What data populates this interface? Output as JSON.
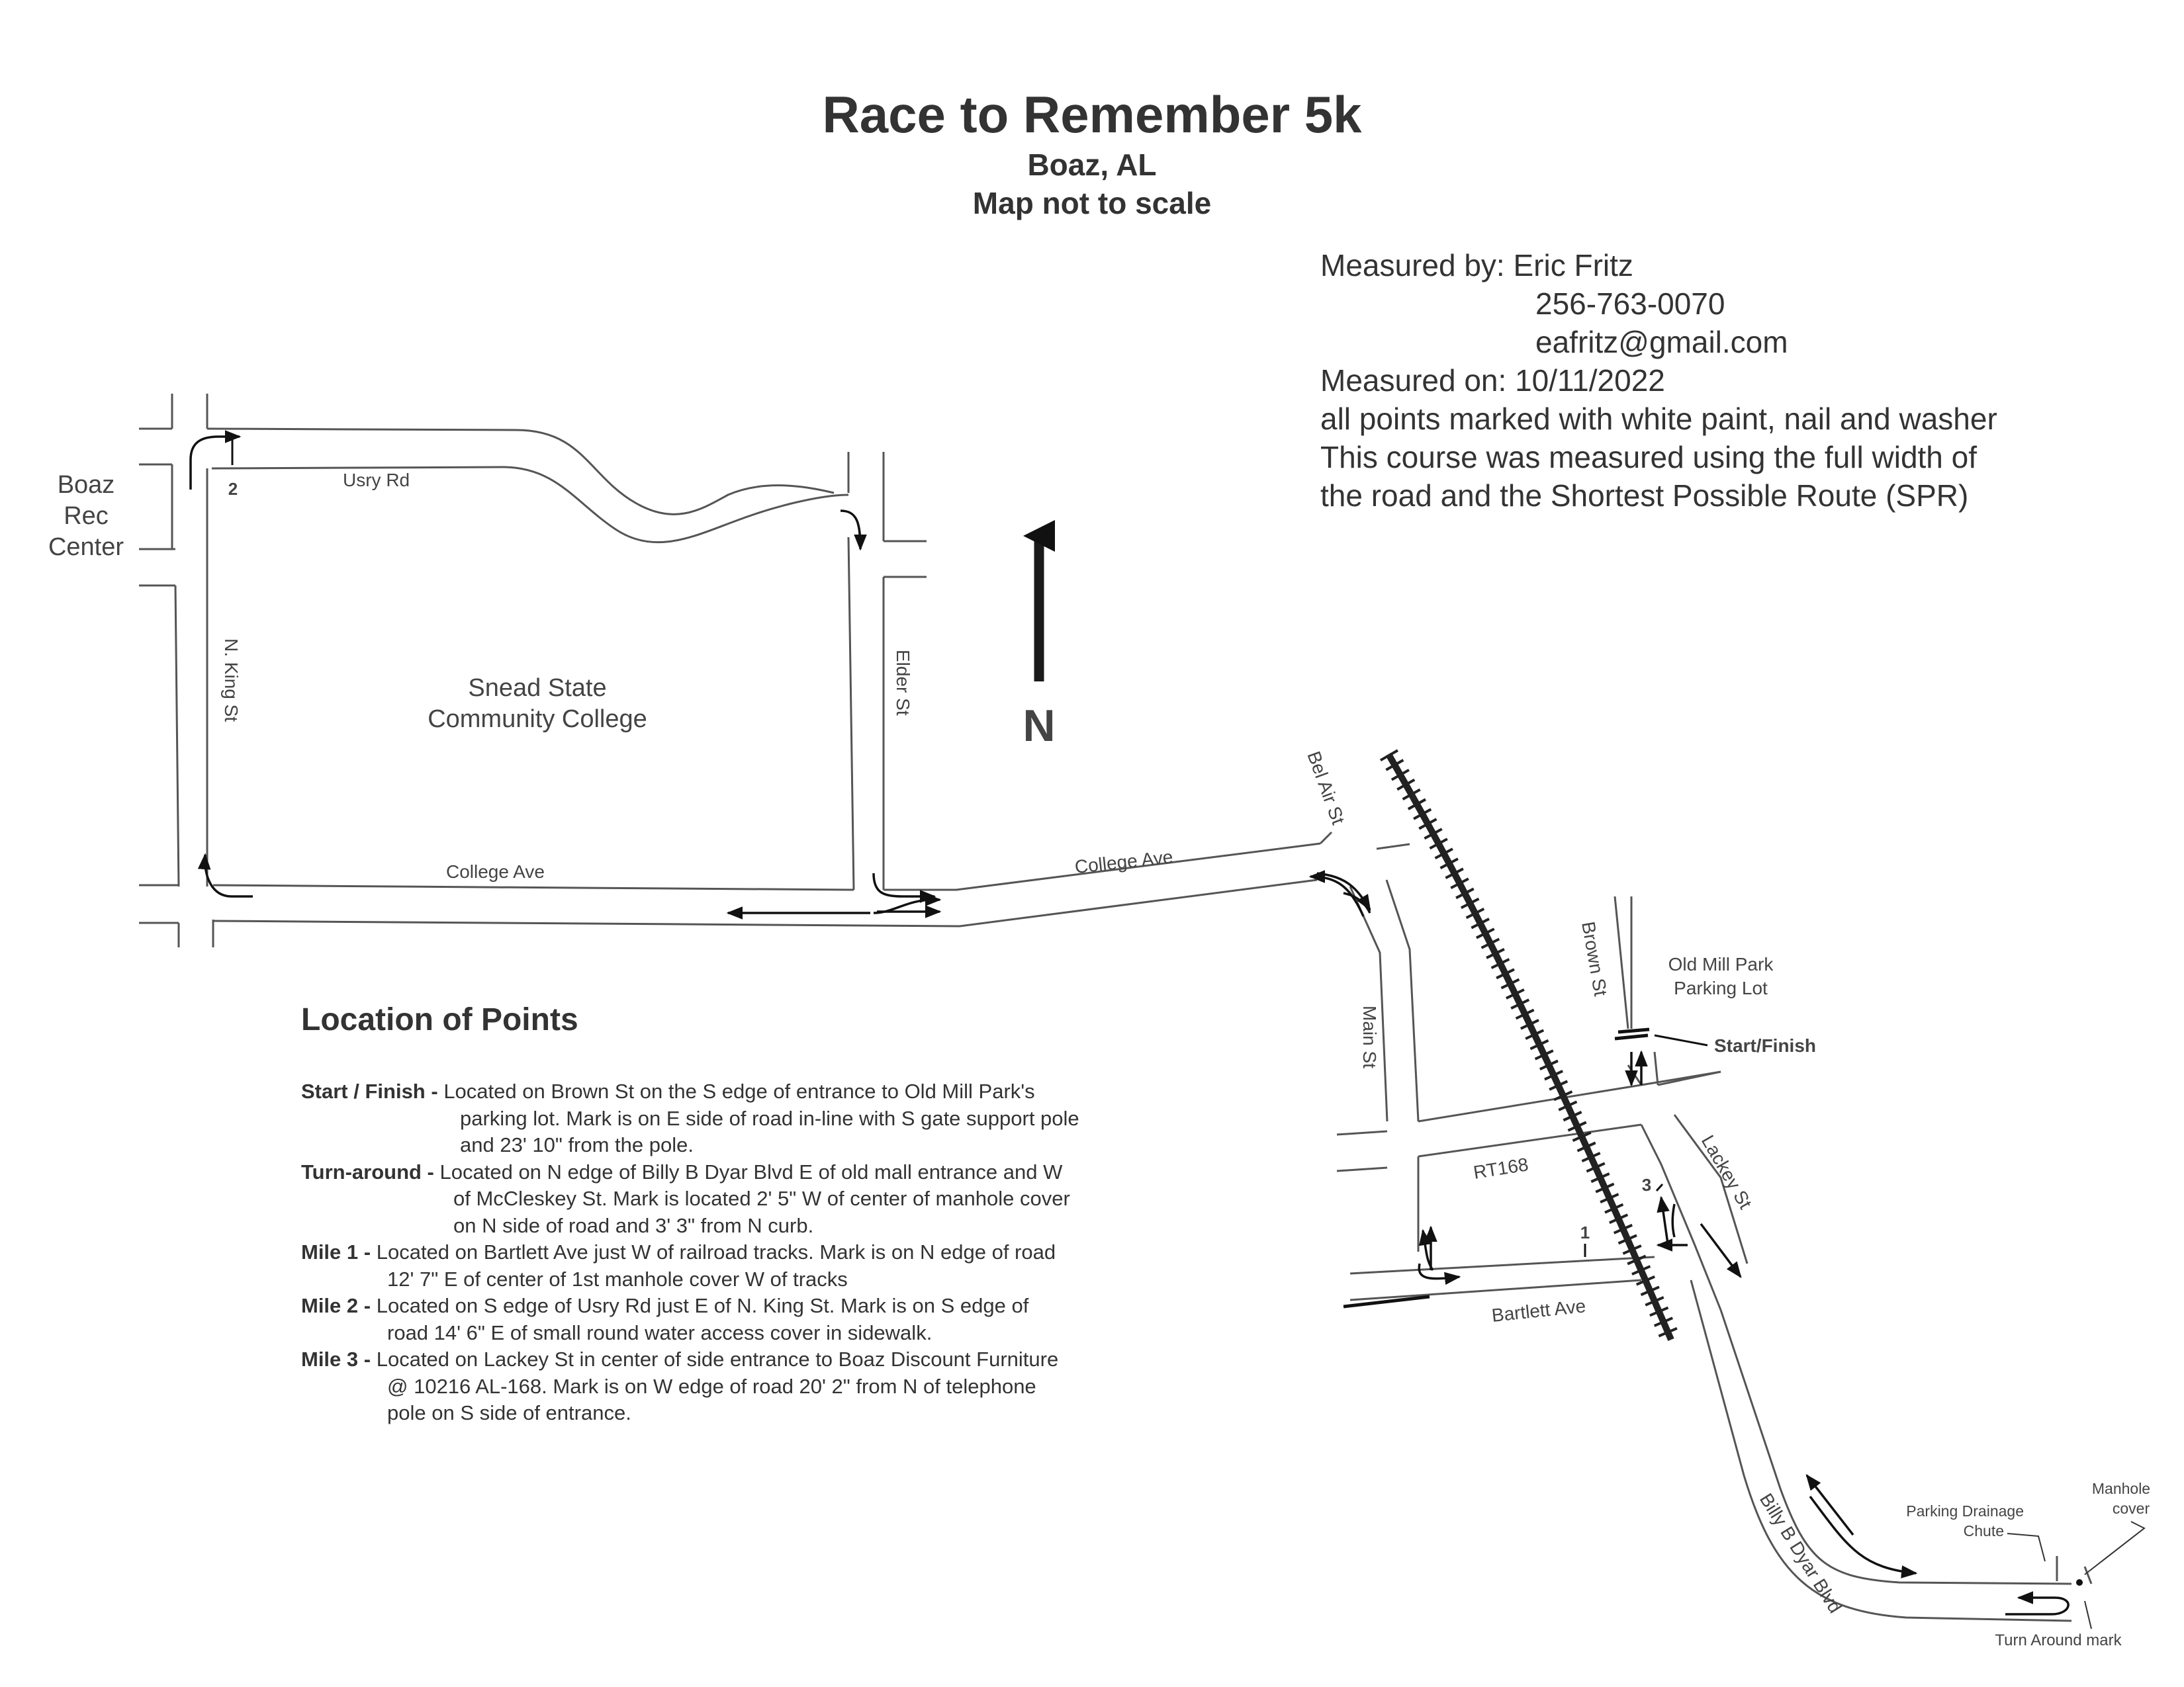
{
  "header": {
    "title": "Race to Remember 5k",
    "city": "Boaz, AL",
    "scale_note": "Map not to scale"
  },
  "info": {
    "measured_by_label": "Measured by:",
    "measurer": "Eric Fritz",
    "phone": "256-763-0070",
    "email": "eafritz@gmail.com",
    "measured_on_label": "Measured on:",
    "date": "10/11/2022",
    "note1": "all points marked with white paint, nail and washer",
    "note2": "This course was measured using the full width of",
    "note3": "the road and the Shortest Possible Route (SPR)"
  },
  "map": {
    "north": "N",
    "places": {
      "rec_line1": "Boaz",
      "rec_line2": "Rec",
      "rec_line3": "Center",
      "college_line1": "Snead State",
      "college_line2": "Community College",
      "old_mill_line1": "Old Mill Park",
      "old_mill_line2": "Parking Lot"
    },
    "streets": {
      "usry": "Usry Rd",
      "king": "N. King St",
      "elder": "Elder St",
      "college_w": "College Ave",
      "college_e": "College Ave",
      "belair": "Bel Air St",
      "main": "Main St",
      "brown": "Brown St",
      "rt168": "RT168",
      "lackey": "Lackey St",
      "bartlett": "Bartlett Ave",
      "billy": "Billy B Dyar Blvd"
    },
    "marks": {
      "mile1": "1",
      "mile2": "2",
      "mile3": "3",
      "start_finish": "Start/Finish",
      "drainage_line1": "Parking Drainage",
      "drainage_line2": "Chute",
      "manhole_line1": "Manhole",
      "manhole_line2": "cover",
      "turnaround": "Turn Around mark"
    }
  },
  "locations": {
    "heading": "Location of Points",
    "start": {
      "name": "Start / Finish -",
      "line1": "Located on Brown St on the S edge of entrance to Old Mill Park's",
      "line2": "parking lot.  Mark is on E side of road in-line with S gate support pole",
      "line3": "and 23' 10\" from the pole."
    },
    "turn": {
      "name": "Turn-around -",
      "line1": "Located on N edge of Billy B Dyar Blvd E of old mall entrance and W",
      "line2": "of McCleskey St. Mark is located 2' 5\" W of center of manhole cover",
      "line3": "on N side of road and 3' 3\" from N curb."
    },
    "mile1": {
      "name": "Mile 1 -",
      "line1": "Located on Bartlett Ave just W of railroad tracks. Mark is on N edge of road",
      "line2": "12' 7\" E of center of 1st manhole cover W of tracks"
    },
    "mile2": {
      "name": "Mile 2 -",
      "line1": "Located on S edge of Usry Rd just E of N. King St. Mark is on S edge of",
      "line2": "road 14' 6\" E of small round water access cover in sidewalk."
    },
    "mile3": {
      "name": "Mile 3 -",
      "line1": "Located on Lackey St in center of side entrance to Boaz Discount Furniture",
      "line2": "@ 10216 AL-168.  Mark is on W edge of road 20' 2\" from N of telephone",
      "line3": "pole on S side of entrance."
    }
  }
}
